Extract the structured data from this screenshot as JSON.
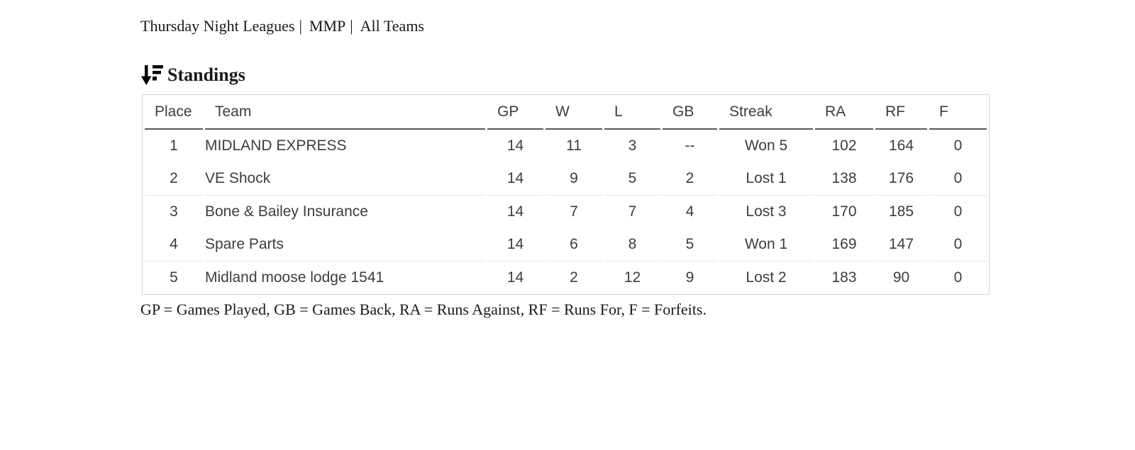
{
  "breadcrumb": {
    "segments": [
      "Thursday Night Leagues",
      "MMP",
      "All Teams"
    ],
    "separator": "|"
  },
  "heading": {
    "title": "Standings",
    "icon": "sort-descending-icon"
  },
  "standings_table": {
    "columns": [
      {
        "key": "place",
        "label": "Place"
      },
      {
        "key": "team",
        "label": "Team"
      },
      {
        "key": "gp",
        "label": "GP"
      },
      {
        "key": "w",
        "label": "W"
      },
      {
        "key": "l",
        "label": "L"
      },
      {
        "key": "gb",
        "label": "GB"
      },
      {
        "key": "streak",
        "label": "Streak"
      },
      {
        "key": "ra",
        "label": "RA"
      },
      {
        "key": "rf",
        "label": "RF"
      },
      {
        "key": "f",
        "label": "F"
      }
    ],
    "rows": [
      {
        "place": "1",
        "team": "MIDLAND EXPRESS",
        "gp": "14",
        "w": "11",
        "l": "3",
        "gb": "--",
        "streak": "Won 5",
        "ra": "102",
        "rf": "164",
        "f": "0"
      },
      {
        "place": "2",
        "team": "VE Shock",
        "gp": "14",
        "w": "9",
        "l": "5",
        "gb": "2",
        "streak": "Lost 1",
        "ra": "138",
        "rf": "176",
        "f": "0"
      },
      {
        "place": "3",
        "team": "Bone & Bailey Insurance",
        "gp": "14",
        "w": "7",
        "l": "7",
        "gb": "4",
        "streak": "Lost 3",
        "ra": "170",
        "rf": "185",
        "f": "0"
      },
      {
        "place": "4",
        "team": "Spare Parts",
        "gp": "14",
        "w": "6",
        "l": "8",
        "gb": "5",
        "streak": "Won 1",
        "ra": "169",
        "rf": "147",
        "f": "0"
      },
      {
        "place": "5",
        "team": "Midland moose lodge 1541",
        "gp": "14",
        "w": "2",
        "l": "12",
        "gb": "9",
        "streak": "Lost 2",
        "ra": "183",
        "rf": "90",
        "f": "0"
      }
    ]
  },
  "footnote": {
    "text": "GP = Games Played, GB = Games Back, RA = Runs Against, RF = Runs For, F = Forfeits."
  },
  "colors": {
    "background": "#ffffff",
    "page_text": "#1a1a1a",
    "table_text": "#3d3d3d",
    "header_border": "#595959",
    "table_border": "#d4d4d4",
    "row_separator": "#e4e4e4",
    "icon": "#000000"
  }
}
